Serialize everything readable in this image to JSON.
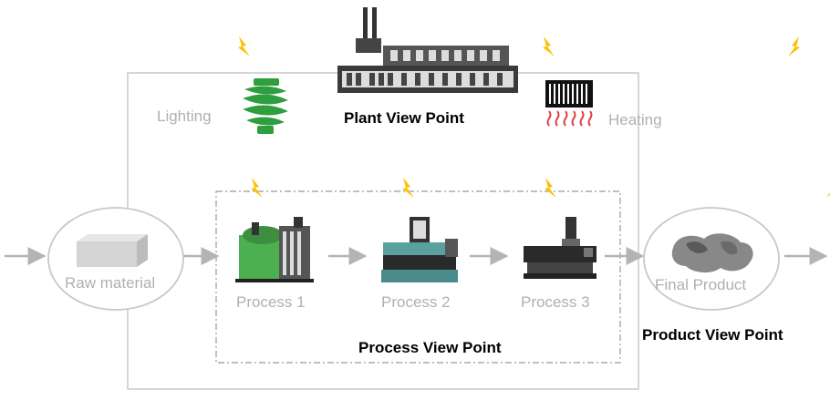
{
  "labels": {
    "lighting": "Lighting",
    "plant_view": "Plant View Point",
    "heating": "Heating",
    "raw_material": "Raw material",
    "process1": "Process 1",
    "process2": "Process 2",
    "process3": "Process 3",
    "final_product": "Final Product",
    "process_view": "Process View Point",
    "product_view": "Product View Point"
  },
  "colors": {
    "frame": "#c8c8c8",
    "arrow": "#b4b4b4",
    "bolt": "#ffc000",
    "text_muted": "#b0b0b0",
    "bulb": "#2e9e3e",
    "heater_glow": "#e04040"
  },
  "icons": [
    "factory-icon",
    "lightbulb-icon",
    "heater-icon",
    "machine-icon",
    "lightning-icon",
    "raw-block-icon",
    "product-blob-icon"
  ]
}
